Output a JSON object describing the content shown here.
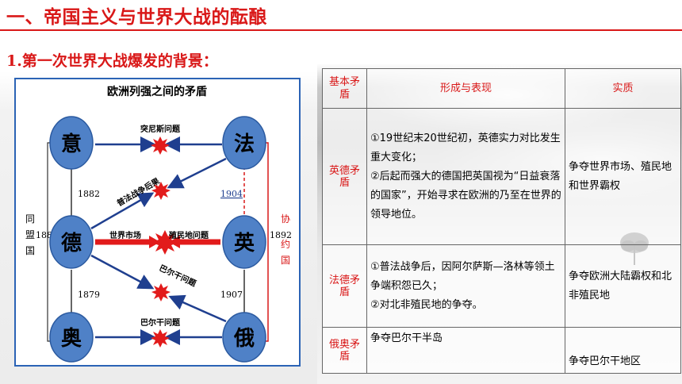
{
  "header": {
    "title": "一、帝国主义与世界大战的酝酿",
    "subtitle": "1.第一次世界大战爆发的背景："
  },
  "colors": {
    "accent_red": "#d91818",
    "node_blue": "#4f81c7",
    "arrow_blue": "#1f3f8f"
  },
  "diagram": {
    "title": "欧洲列强之间的矛盾",
    "nodes": {
      "italy": "意",
      "france": "法",
      "germany": "德",
      "britain": "英",
      "austria": "奥",
      "russia": "俄"
    },
    "issues": {
      "tunis": "突尼斯问题",
      "postwar": "普法战争后果",
      "market": "世界市场",
      "colony": "殖民地问题",
      "balkan1": "巴尔干问题",
      "balkan2": "巴尔干问题"
    },
    "years": {
      "y1882a": "1882",
      "y1882b": "1882",
      "y1879": "1879",
      "y1904": "1904",
      "y1892": "1892",
      "y1907": "1907"
    },
    "left_group": [
      "同",
      "盟",
      "国"
    ],
    "right_group": [
      "协",
      "约",
      "国"
    ]
  },
  "table": {
    "headers": [
      "基本矛盾",
      "形成与表现",
      "实质"
    ],
    "rows": [
      {
        "name": "英德矛盾",
        "detail": "①19世纪末20世纪初，英德实力对比发生重大变化；\n②后起而强大的德国把英国视为“日益衰落的国家”，开始寻求在欧洲的乃至在世界的领导地位。",
        "essence": "争夺世界市场、殖民地和世界霸权"
      },
      {
        "name": "法德矛盾",
        "detail": "①普法战争后，因阿尔萨斯—洛林等领土争端积怨已久；\n②对北非殖民地的争夺。",
        "essence": "争夺欧洲大陆霸权和北非殖民地"
      },
      {
        "name": "俄奥矛盾",
        "detail": "争夺巴尔干半岛",
        "essence": "争夺巴尔干地区"
      }
    ]
  }
}
